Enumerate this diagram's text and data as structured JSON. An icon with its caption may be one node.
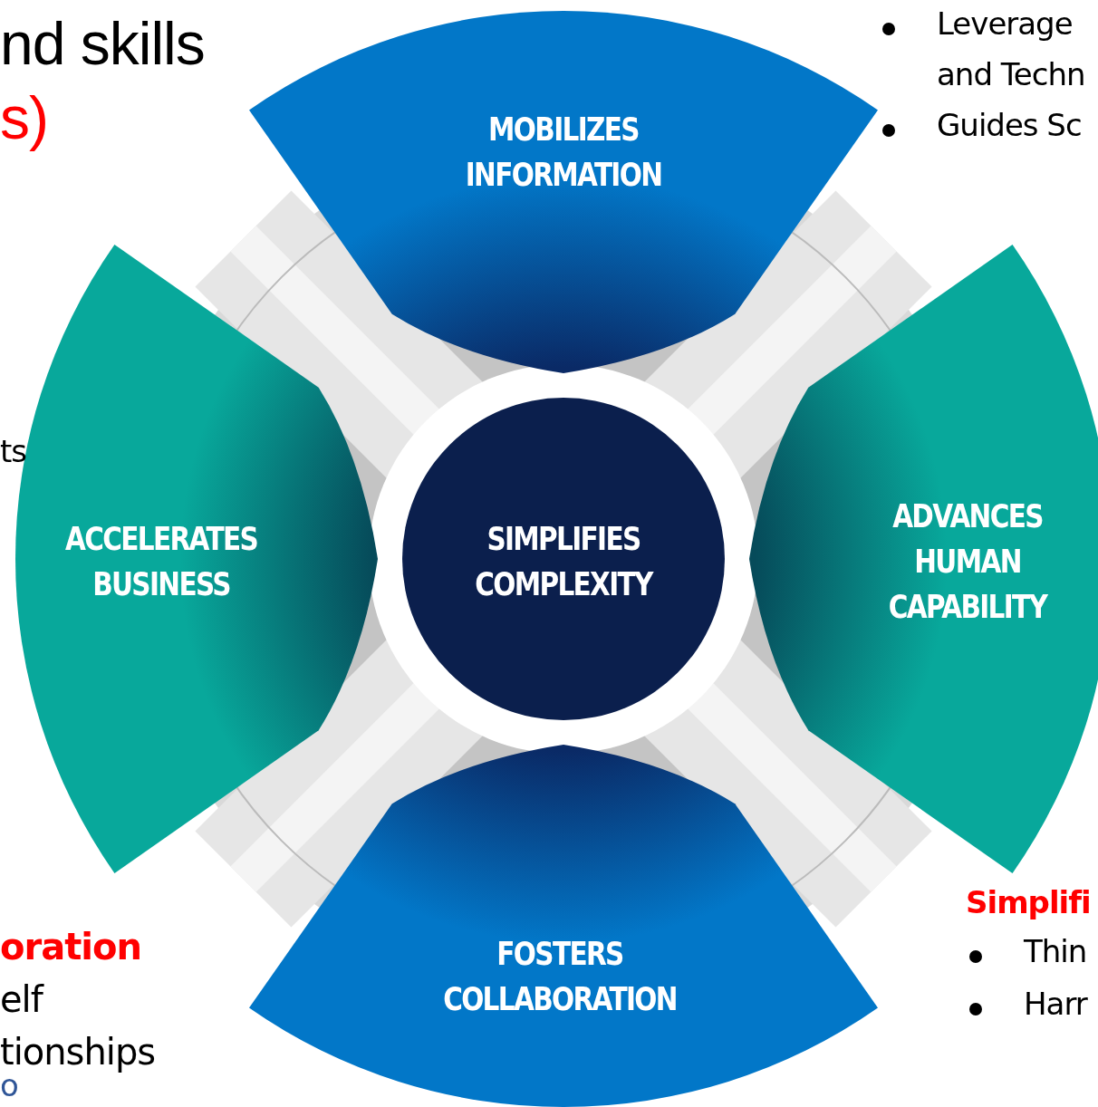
{
  "diagram": {
    "nodes": [
      {
        "text": [
          "MOBILIZES INFORMATION"
        ]
      },
      {
        "text": [
          "ACCELERATES BUSINESS"
        ]
      },
      {
        "text": [
          "SIMPLIFIES COMPLEXITY"
        ]
      },
      {
        "text": [
          "ADVANCES HUMAN CAPABILITY"
        ]
      },
      {
        "text": [
          "FOSTERS COLLABORATION"
        ]
      }
    ],
    "edges": [],
    "labels": [
      "nd skills",
      "s)",
      "Leverage",
      "and Techn",
      "Guides Sc",
      "ts",
      "Simplifi",
      "Thin",
      "Harr",
      "oration",
      "elf",
      "tionships",
      "o"
    ]
  }
}
